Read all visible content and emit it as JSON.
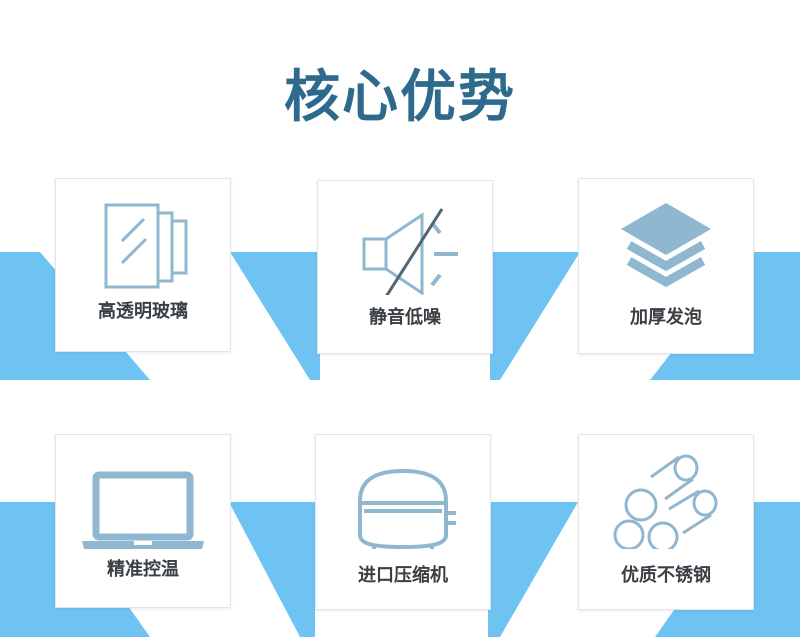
{
  "title": "核心优势",
  "colors": {
    "title": "#2e6a8c",
    "band": "#6fc3f3",
    "icon": "#8fb7cf",
    "label": "#3a3f44"
  },
  "features": [
    {
      "label": "高透明玻璃",
      "icon": "glass-panel-icon"
    },
    {
      "label": "静音低噪",
      "icon": "mute-speaker-icon"
    },
    {
      "label": "加厚发泡",
      "icon": "layers-icon"
    },
    {
      "label": "精准控温",
      "icon": "laptop-icon"
    },
    {
      "label": "进口压缩机",
      "icon": "compressor-icon"
    },
    {
      "label": "优质不锈钢",
      "icon": "steel-pipes-icon"
    }
  ]
}
